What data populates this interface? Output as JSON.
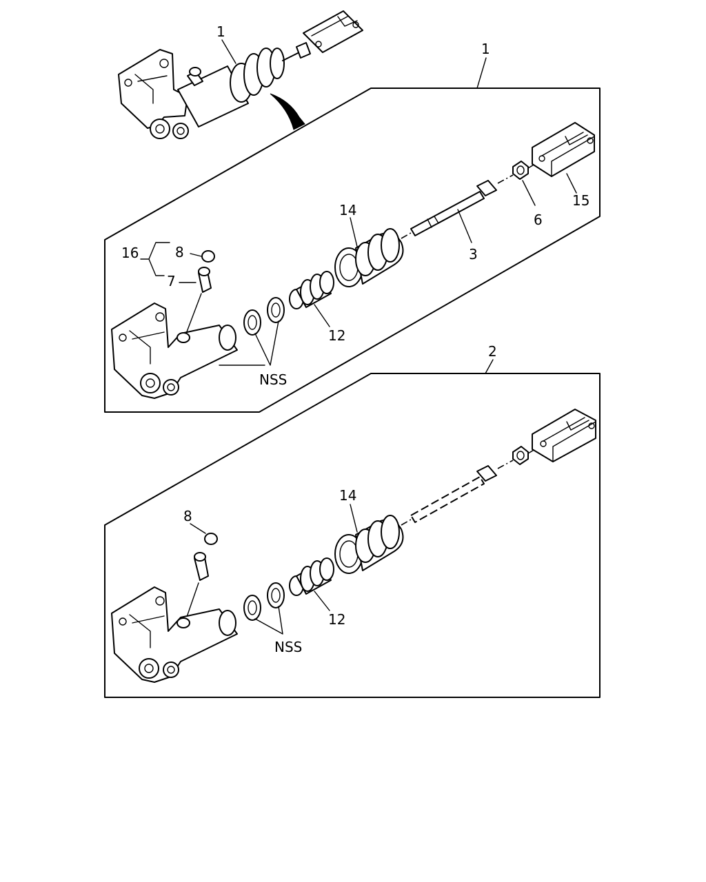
{
  "callouts": {
    "assembly_top": "1",
    "assembly_1": "1",
    "assembly_2": "2",
    "p1_boot": "14",
    "p1_rod": "3",
    "p1_nut": "6",
    "p1_yoke": "15",
    "p1_kit": "16",
    "p1_cap": "8",
    "p1_bleeder": "7",
    "p1_piston": "12",
    "p1_seals": "NSS",
    "p2_boot": "14",
    "p2_cap": "8",
    "p2_piston": "12",
    "p2_seals": "NSS"
  }
}
